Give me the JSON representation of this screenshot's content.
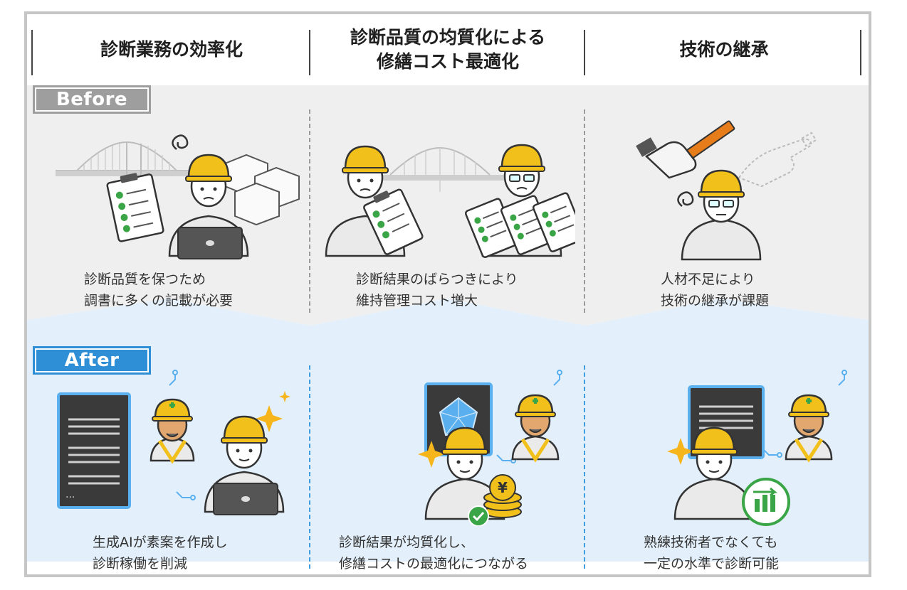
{
  "columns": [
    {
      "title_lines": [
        "診断業務の効率化"
      ],
      "before_caption": [
        "診断品質を保つため",
        "調書に多くの記載が必要"
      ],
      "after_caption": [
        "生成AIが素案を作成し",
        "診断稼働を削減"
      ]
    },
    {
      "title_lines": [
        "診断品質の均質化による",
        "修繕コスト最適化"
      ],
      "before_caption": [
        "診断結果のばらつきにより",
        "維持管理コスト増大"
      ],
      "after_caption": [
        "診断結果が均質化し、",
        "修繕コストの最適化につながる"
      ]
    },
    {
      "title_lines": [
        "技術の継承"
      ],
      "before_caption": [
        "人材不足により",
        "技術の継承が課題"
      ],
      "after_caption": [
        "熟練技術者でなくても",
        "一定の水準で診断可能"
      ]
    }
  ],
  "tags": {
    "before": "Before",
    "after": "After"
  },
  "colors": {
    "before_bg": "#efefef",
    "after_bg": "#e3f0fb",
    "accent_blue": "#2f8fd6",
    "helmet": "#f2c01a",
    "gray_tag": "#9e9e9e",
    "check_green": "#3aa546",
    "sparkle": "#f7b51c"
  },
  "icons": {
    "currency_symbol": "¥"
  }
}
